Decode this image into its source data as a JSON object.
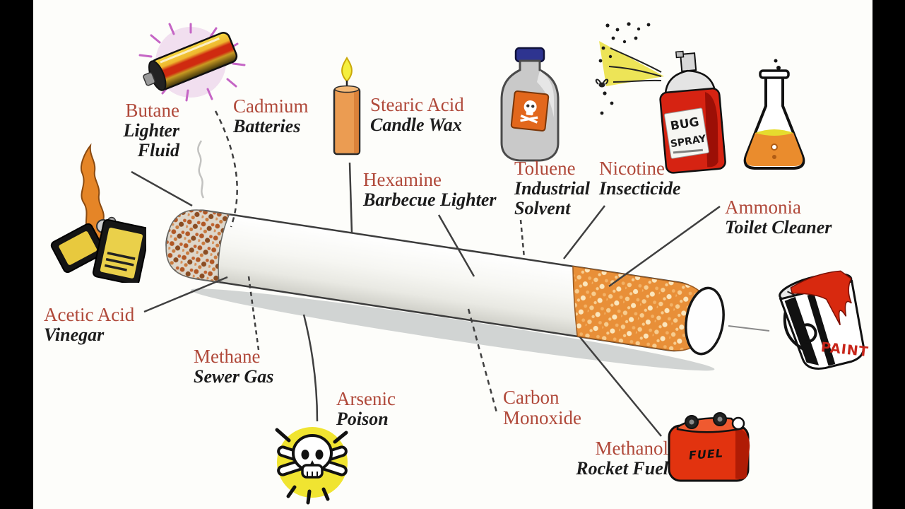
{
  "colors": {
    "chemical_text": "#b0493a",
    "product_text": "#1c1c1c",
    "canvas": "#fdfdfa",
    "letterbox": "#000000",
    "filter_orange": "#e88f38",
    "leader_line": "#3f3f3f"
  },
  "labels": [
    {
      "id": "butane",
      "chemical": "Butane",
      "product": "Lighter Fluid"
    },
    {
      "id": "cadmium",
      "chemical": "Cadmium",
      "product": "Batteries"
    },
    {
      "id": "stearic-acid",
      "chemical": "Stearic Acid",
      "product": "Candle Wax"
    },
    {
      "id": "hexamine",
      "chemical": "Hexamine",
      "product": "Barbecue Lighter"
    },
    {
      "id": "toluene",
      "chemical": "Toluene",
      "product": "Industrial Solvent"
    },
    {
      "id": "nicotine",
      "chemical": "Nicotine",
      "product": "Insecticide"
    },
    {
      "id": "ammonia",
      "chemical": "Ammonia",
      "product": "Toilet Cleaner"
    },
    {
      "id": "acetic-acid",
      "chemical": "Acetic Acid",
      "product": "Vinegar"
    },
    {
      "id": "methane",
      "chemical": "Methane",
      "product": "Sewer Gas"
    },
    {
      "id": "arsenic",
      "chemical": "Arsenic",
      "product": "Poison"
    },
    {
      "id": "carbon-monoxide",
      "chemical": "Carbon Monoxide",
      "product": ""
    },
    {
      "id": "methanol",
      "chemical": "Methanol",
      "product": "Rocket Fuel"
    }
  ],
  "illustrations": {
    "bug_spray": {
      "line1": "BUG",
      "line2": "SPRAY"
    },
    "paint_can": {
      "text": "PAINT"
    },
    "fuel_can": {
      "text": "FUEL"
    }
  }
}
